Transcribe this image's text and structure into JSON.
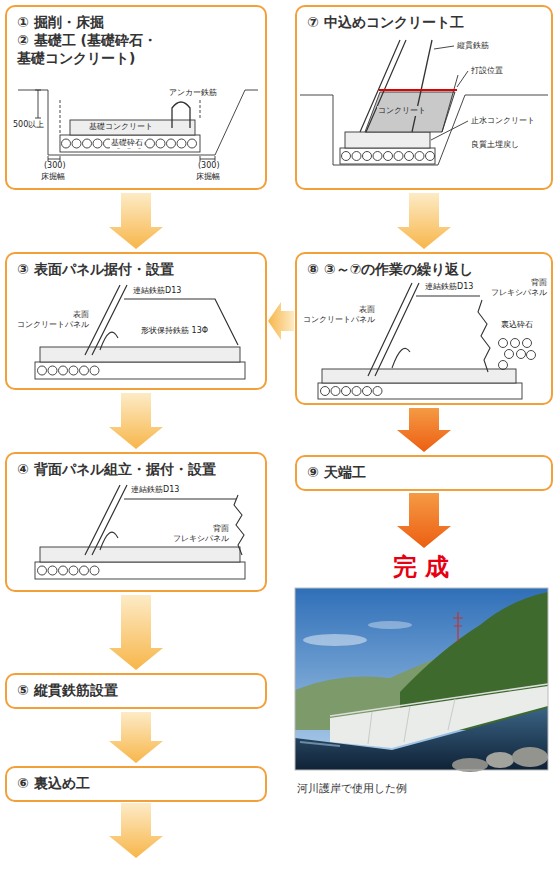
{
  "diagram": {
    "caption": "河川護岸で使用した例",
    "nodes": [
      {
        "text": [
          "① 掘削・床掘",
          "② 基礎工 (基礎砕石・基礎コンクリート)"
        ]
      },
      {
        "text": [
          "③ 表面パネル据付・設置"
        ]
      },
      {
        "text": [
          "④ 背面パネル組立・据付・設置"
        ]
      },
      {
        "text": [
          "⑤ 縦貫鉄筋設置"
        ]
      },
      {
        "text": [
          "⑥ 裏込め工"
        ]
      },
      {
        "text": [
          "⑦ 中込めコンクリート工"
        ]
      },
      {
        "text": [
          "⑧ ③～⑦の作業の繰り返し"
        ]
      },
      {
        "text": [
          "⑨ 天端工"
        ]
      }
    ],
    "edges": [
      {
        "from": 0,
        "to": 1,
        "arrow": "to"
      },
      {
        "from": 1,
        "to": 2,
        "arrow": "to"
      },
      {
        "from": 2,
        "to": 3,
        "arrow": "to"
      },
      {
        "from": 3,
        "to": 4,
        "arrow": "to"
      },
      {
        "from": 5,
        "to": 6,
        "arrow": "to"
      },
      {
        "from": 6,
        "to": 1,
        "arrow": "to"
      },
      {
        "from": 6,
        "to": 7,
        "arrow": "to"
      }
    ],
    "labels": [
      "500以上",
      "アンカー鉄筋",
      "基礎コンクリート",
      "基礎砕石",
      "(300)",
      "(300)",
      "床掘幅",
      "床掘幅",
      "縦貫鉄筋",
      "打設位置",
      "コンクリート",
      "止水コンクリート",
      "良質土埋戻し",
      "連結鉄筋D13",
      "表面 コンクリートパネル",
      "形状保持鉄筋 13Φ",
      "連結鉄筋D13",
      "背面 フレキシパネル",
      "表面 コンクリートパネル",
      "連結鉄筋D13",
      "背面 フレキシパネル",
      "裏込砕石",
      "完成"
    ]
  }
}
